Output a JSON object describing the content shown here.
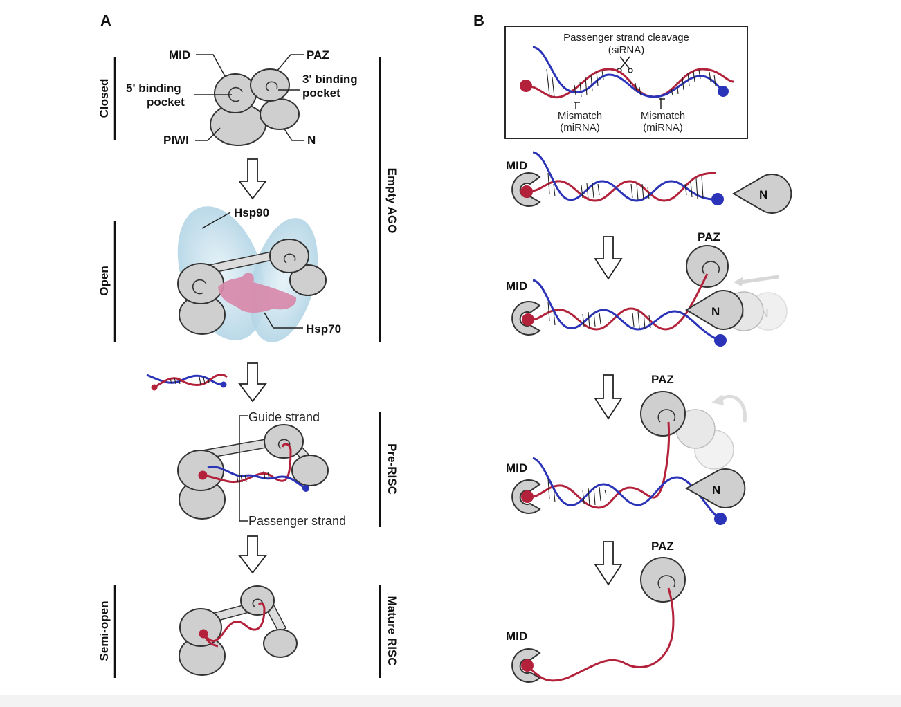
{
  "panels": {
    "a": "A",
    "b": "B"
  },
  "panel_a": {
    "domains": {
      "mid": "MID",
      "paz": "PAZ",
      "piwi": "PIWI",
      "n": "N"
    },
    "pockets": {
      "five_prime_1": "5' binding",
      "five_prime_2": "pocket",
      "three_prime_1": "3' binding",
      "three_prime_2": "pocket"
    },
    "chaperones": {
      "hsp90": "Hsp90",
      "hsp70": "Hsp70"
    },
    "strands": {
      "guide": "Guide strand",
      "passenger": "Passenger strand"
    },
    "side_left": {
      "closed": "Closed",
      "open": "Open",
      "semi_open": "Semi-open"
    },
    "side_right": {
      "empty_ago": "Empty AGO",
      "pre_risc": "Pre-RISC",
      "mature_risc": "Mature RISC"
    }
  },
  "panel_b": {
    "box": {
      "cleavage_1": "Passenger strand cleavage",
      "cleavage_2": "(siRNA)",
      "mismatch_1": "Mismatch",
      "mismatch_1b": "(miRNA)",
      "mismatch_2": "Mismatch",
      "mismatch_2b": "(miRNA)"
    },
    "labels": {
      "mid": "MID",
      "paz": "PAZ",
      "n": "N"
    }
  },
  "colors": {
    "guide": "#b3213a",
    "passenger": "#2b33b8",
    "domain": "#cfcfcf",
    "hsp90": "#b9d8e8",
    "hsp70": "#d889aa"
  }
}
